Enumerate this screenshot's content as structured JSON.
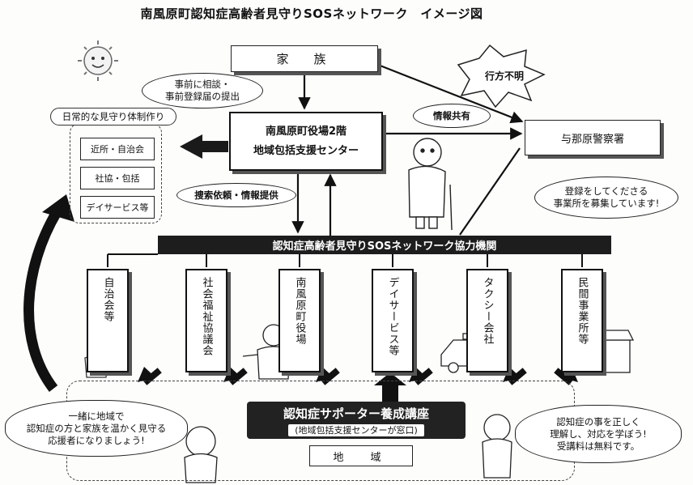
{
  "title": "南風原町認知症高齢者見守りSOSネットワーク　イメージ図",
  "family": "家　族",
  "consult": [
    "事前に相談・",
    "事前登録届の提出"
  ],
  "missing": "行方不明",
  "info_share": "情報共有",
  "center": [
    "南風原町役場2階",
    "地域包括支援センター"
  ],
  "police": "与那原警察署",
  "watch": {
    "label": "日常的な見守り体制作り",
    "items": [
      "近所・自治会",
      "社協・包括",
      "デイサービス等"
    ]
  },
  "search_request": "捜索依頼・情報提供",
  "recruit": [
    "登録をしてくださる",
    "事業所を募集しています!"
  ],
  "network": "認知症高齢者見守りSOSネットワーク協力機関",
  "orgs": [
    "自治会等",
    "社会福祉協議会",
    "南風原町役場",
    "デイサービス等",
    "タクシー会社",
    "民間事業所等"
  ],
  "supporters": [
    "一緒に地域で",
    "認知症の方と家族を温かく見守る",
    "応援者になりましょう!"
  ],
  "course": {
    "title": "認知症サポーター養成講座",
    "sub": "(地域包括支援センターが窓口)"
  },
  "region": "地　域",
  "learn": [
    "認知症の事を正しく",
    "理解し、対応を学ぼう!",
    "受講料は無料です。"
  ]
}
